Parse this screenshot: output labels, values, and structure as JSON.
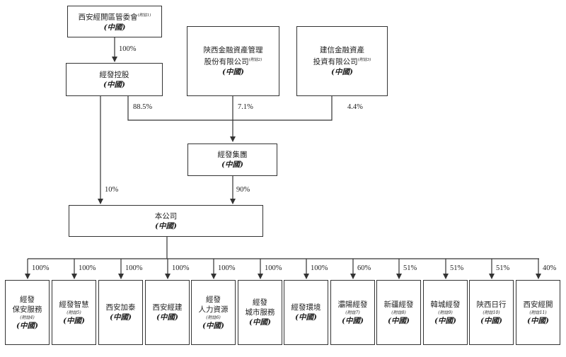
{
  "top": {
    "xian_committee": {
      "name": "西安經開區管委會",
      "note": "(附註1)",
      "loc": "(中國)"
    },
    "jingfa_holding": {
      "name": "經發控股",
      "loc": "(中國)"
    },
    "shaanxi_finance": {
      "name": "陝西金融資產管理\n股份有限公司",
      "note": "(附註2)",
      "loc": "(中國)"
    },
    "ccb_finance": {
      "name": "建信金融資產\n投資有限公司",
      "note": "(附註3)",
      "loc": "(中國)"
    },
    "jingfa_group": {
      "name": "經發集團",
      "loc": "(中國)"
    },
    "company": {
      "name": "本公司",
      "loc": "(中國)"
    }
  },
  "percents": {
    "committee_to_holding": "100%",
    "holding_to_group": "88.5%",
    "shaanxi_to_group": "7.1%",
    "ccb_to_group": "4.4%",
    "holding_to_company": "10%",
    "group_to_company": "90%"
  },
  "subsidiaries": [
    {
      "name": "經發\n保安服務",
      "note": "(附註4)",
      "loc": "(中國)",
      "pct": "100%"
    },
    {
      "name": "經發智慧",
      "note": "(附註5)",
      "loc": "(中國)",
      "pct": "100%"
    },
    {
      "name": "西安加泰",
      "note": "",
      "loc": "(中國)",
      "pct": "100%"
    },
    {
      "name": "西安經建",
      "note": "",
      "loc": "(中國)",
      "pct": "100%"
    },
    {
      "name": "經發\n人力資源",
      "note": "(附註6)",
      "loc": "(中國)",
      "pct": "100%"
    },
    {
      "name": "經發\n城市服務",
      "note": "",
      "loc": "(中國)",
      "pct": "100%"
    },
    {
      "name": "經發環境",
      "note": "",
      "loc": "(中國)",
      "pct": "100%"
    },
    {
      "name": "灞陽經發",
      "note": "(附註7)",
      "loc": "(中國)",
      "pct": "60%"
    },
    {
      "name": "新疆經發",
      "note": "(附註8)",
      "loc": "(中國)",
      "pct": "51%"
    },
    {
      "name": "韓城經發",
      "note": "(附註9)",
      "loc": "(中國)",
      "pct": "51%"
    },
    {
      "name": "陝西日行",
      "note": "(附註10)",
      "loc": "(中國)",
      "pct": "51%"
    },
    {
      "name": "西安經開",
      "note": "(附註11)",
      "loc": "(中國)",
      "pct": "40%"
    }
  ]
}
